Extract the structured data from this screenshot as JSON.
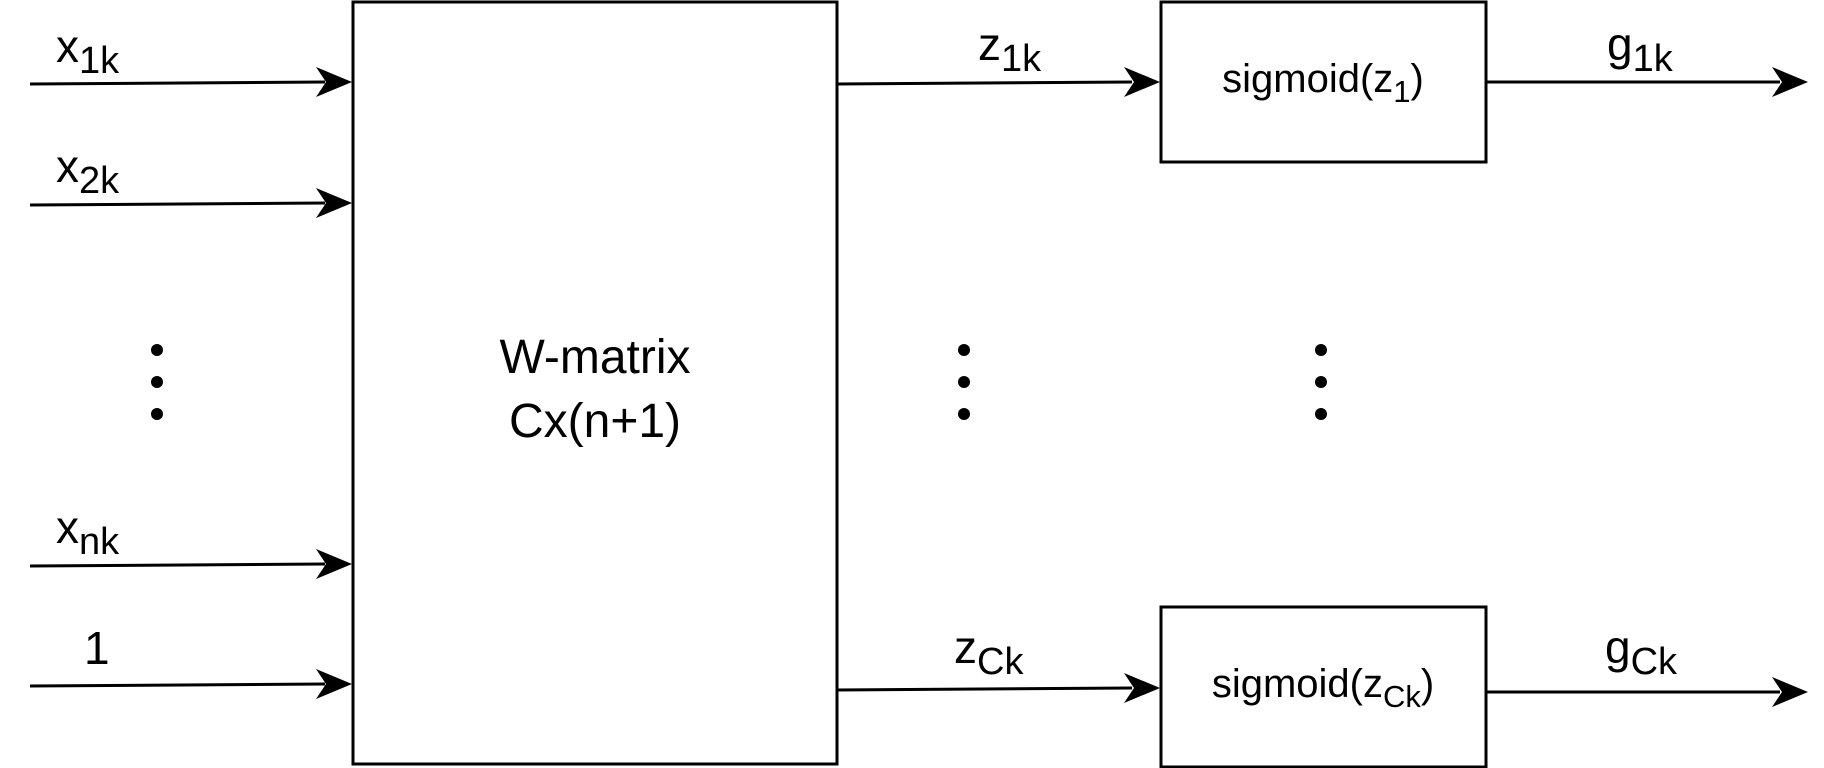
{
  "matrix_box": {
    "line1": "W-matrix",
    "line2": "Cx(n+1)"
  },
  "inputs": [
    {
      "base": "x",
      "sub": "1k"
    },
    {
      "base": "x",
      "sub": "2k"
    },
    {
      "base": "x",
      "sub": "nk"
    },
    {
      "base": "1",
      "sub": ""
    }
  ],
  "outputs_z": [
    {
      "base": "z",
      "sub": "1k"
    },
    {
      "base": "z",
      "sub": "Ck"
    }
  ],
  "sigmoid_boxes": [
    {
      "prefix": "sigmoid(z",
      "sub": "1",
      "suffix": ")"
    },
    {
      "prefix": "sigmoid(z",
      "sub": "Ck",
      "suffix": ")"
    }
  ],
  "outputs_g": [
    {
      "base": "g",
      "sub": "1k"
    },
    {
      "base": "g",
      "sub": "Ck"
    }
  ],
  "colors": {
    "stroke": "#000000",
    "background": "#ffffff"
  }
}
